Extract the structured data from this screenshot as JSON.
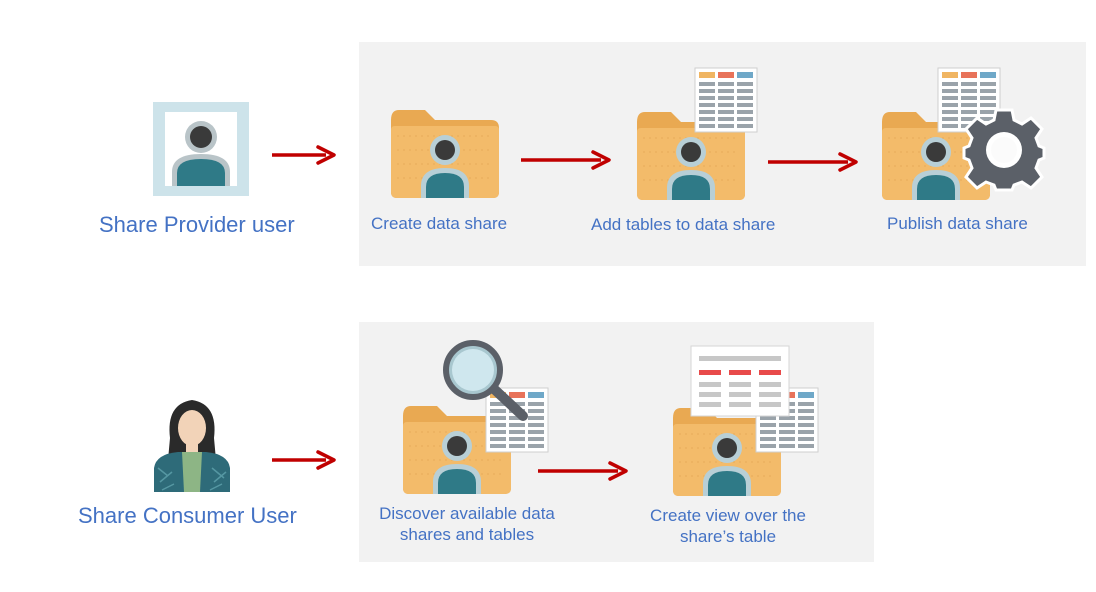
{
  "provider": {
    "user_label": "Share Provider user",
    "steps": [
      {
        "label": "Create data share",
        "icon": "folder-user-icon"
      },
      {
        "label": "Add tables to data share",
        "icon": "folder-table-icon"
      },
      {
        "label": "Publish data share",
        "icon": "folder-gear-icon"
      }
    ]
  },
  "consumer": {
    "user_label": "Share  Consumer User",
    "steps": [
      {
        "label_lines": [
          "Discover available data",
          "shares and tables"
        ],
        "icon": "folder-magnifier-icon"
      },
      {
        "label_lines": [
          "Create view over the",
          "share’s table"
        ],
        "icon": "folder-view-icon"
      }
    ]
  },
  "colors": {
    "label_blue": "#4472c4",
    "arrow_red": "#c00000",
    "panel_gray": "#f2f2f2",
    "folder_orange": "#f0b562",
    "avatar_teal": "#2f7a87"
  }
}
